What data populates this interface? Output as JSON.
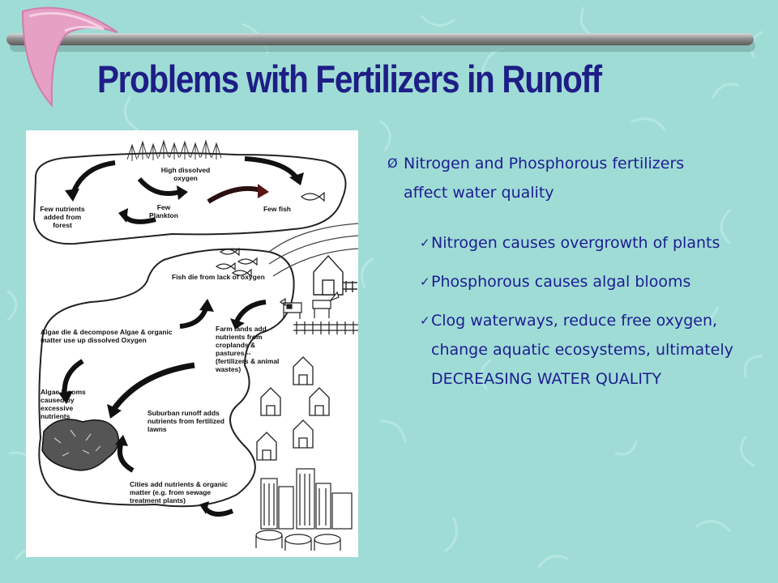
{
  "slide": {
    "title": "Problems with Fertilizers in Runoff",
    "colors": {
      "background": "#9fdcd6",
      "title": "#1e1e86",
      "text": "#1d1d90",
      "accent_bar": "#7c7c7c",
      "boomerang": "#e8a0c4"
    }
  },
  "diagram": {
    "labels": {
      "high_oxygen": "High dissolved oxygen",
      "few_nutrients": "Few nutrients added from forest",
      "few_plankton": "Few Plankton",
      "few_fish": "Few fish",
      "fish_die": "Fish die from lack of oxygen",
      "algae_die": "Algae die & decompose Algae & organic matter use up dissolved Oxygen",
      "farm_lands": "Farm lands add nutrients from croplands & pastures -- (fertilizers & animal wastes)",
      "algae_blooms": "Algae blooms caused by excessive nutrients",
      "suburban": "Suburban runoff adds nutrients from fertilized lawns",
      "cities": "Cities add nutrients & organic matter (e.g. from sewage treatment plants)"
    }
  },
  "bullets": {
    "main": {
      "marker": "Ø",
      "text": "Nitrogen and Phosphorous fertilizers affect water quality"
    },
    "sub": [
      {
        "marker": "✓",
        "text": "Nitrogen causes overgrowth of plants"
      },
      {
        "marker": "✓",
        "text": "Phosphorous causes algal blooms"
      },
      {
        "marker": "✓",
        "text": "Clog waterways, reduce free oxygen, change aquatic ecosystems, ultimately DECREASING WATER QUALITY"
      }
    ]
  }
}
